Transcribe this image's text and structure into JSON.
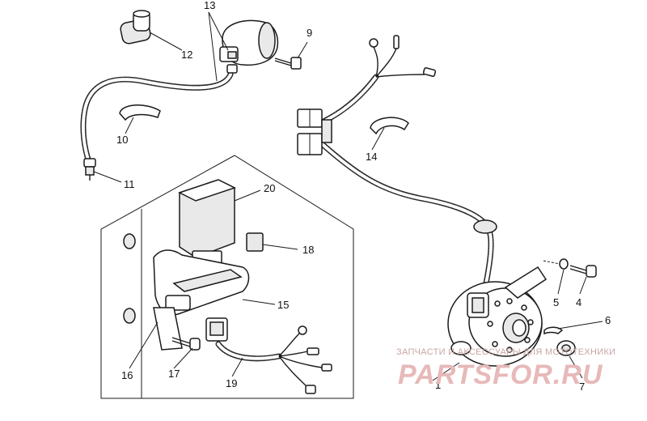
{
  "callouts": {
    "c1": "1",
    "c4": "4",
    "c5": "5",
    "c6": "6",
    "c7": "7",
    "c9": "9",
    "c10": "10",
    "c11": "11",
    "c12": "12",
    "c13": "13",
    "c14": "14",
    "c15": "15",
    "c16": "16",
    "c17": "17",
    "c18": "18",
    "c19": "19",
    "c20": "20"
  },
  "watermark": {
    "caption": "ЗАПЧАСТИ И АКСЕССУАРЫ ДЛЯ МОТОТЕХНИКИ",
    "brand": "PARTSFOR.RU",
    "color": "#e7b9b9"
  }
}
